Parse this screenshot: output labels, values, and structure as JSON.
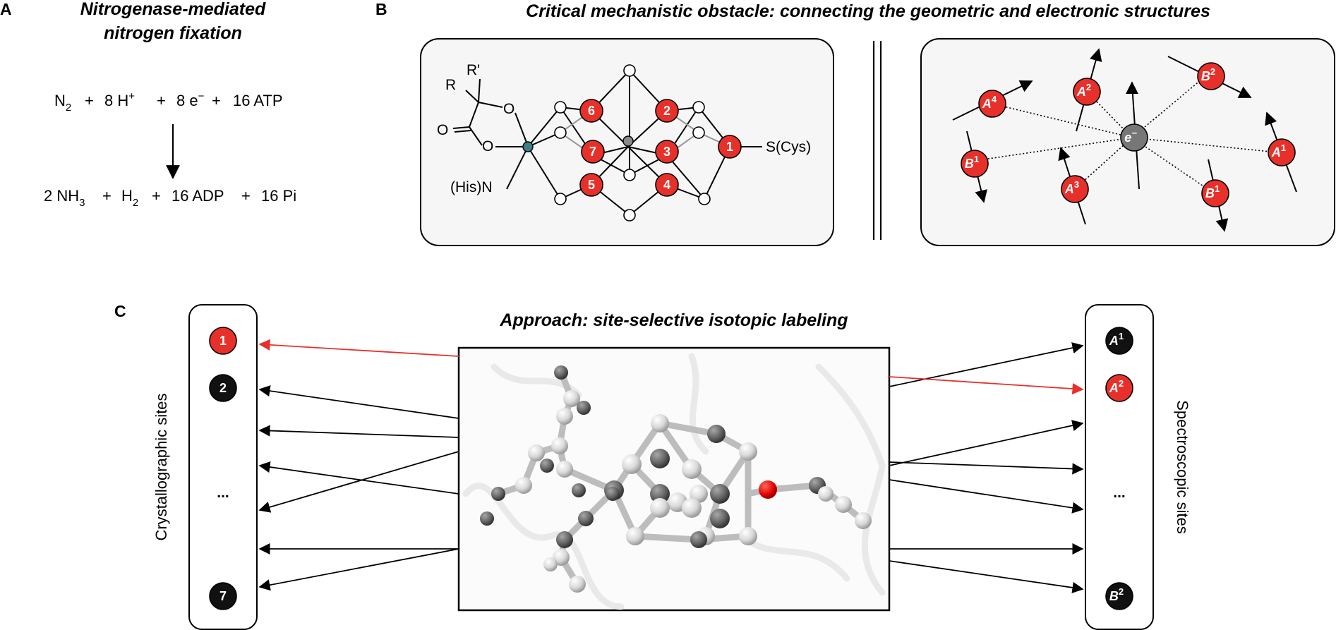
{
  "panel_a": {
    "letter": "A",
    "title_line1": "Nitrogenase-mediated",
    "title_line2": "nitrogen fixation",
    "reactants": {
      "n2": "N",
      "n2_sub": "2",
      "plus1": "+",
      "h": "8 H",
      "h_sup": "+",
      "plus2": "+",
      "e": "8 e",
      "e_sup": "−",
      "plus3": "+",
      "atp": "16 ATP"
    },
    "products": {
      "nh3": "2 NH",
      "nh3_sub": "3",
      "plus1": "+",
      "h2": "H",
      "h2_sub": "2",
      "plus2": "+",
      "adp": "16 ADP",
      "plus3": "+",
      "pi": "16 Pi"
    }
  },
  "panel_b": {
    "letter": "B",
    "title": "Critical mechanistic obstacle: connecting the geometric and electronic structures",
    "left_box": {
      "r_label": "R",
      "r_prime_label": "R'",
      "o_label": "O",
      "his_label": "(His)N",
      "cys_label": "S(Cys)",
      "fe_sites": [
        "1",
        "2",
        "3",
        "4",
        "5",
        "6",
        "7"
      ]
    },
    "separator": "||",
    "right_box": {
      "electron_label": "e",
      "electron_sup": "−",
      "spins": [
        {
          "letter": "A",
          "sup": "4"
        },
        {
          "letter": "A",
          "sup": "2"
        },
        {
          "letter": "B",
          "sup": "2"
        },
        {
          "letter": "B",
          "sup": "1"
        },
        {
          "letter": "A",
          "sup": "3"
        },
        {
          "letter": "B",
          "sup": "1"
        },
        {
          "letter": "A",
          "sup": "1"
        }
      ]
    }
  },
  "panel_c": {
    "letter": "C",
    "title": "Approach: site-selective isotopic labeling",
    "left_axis_label": "Crystallographic sites",
    "right_axis_label": "Spectroscopic sites",
    "crystallographic_sites": [
      "1",
      "2",
      "...",
      "7"
    ],
    "spectroscopic_sites": [
      {
        "letter": "A",
        "sup": "1"
      },
      {
        "letter": "A",
        "sup": "2"
      },
      {
        "letter": "...",
        "sup": ""
      },
      {
        "letter": "B",
        "sup": "2"
      }
    ],
    "highlighted_crystallographic": "1",
    "highlighted_spectroscopic": "A2"
  },
  "colors": {
    "fe_red": "#e8302a",
    "mo_teal": "#3a7f8a",
    "carbide_gray": "#8a8a8a",
    "site_black": "#111111",
    "box_fill": "#f6f6f6",
    "arrow_red": "#e8302a"
  }
}
